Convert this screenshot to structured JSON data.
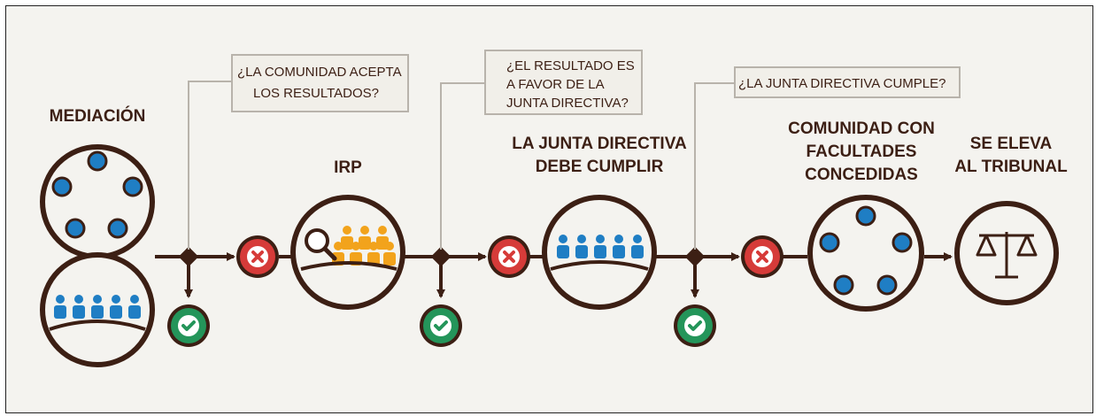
{
  "colors": {
    "line": "#3c1f14",
    "circle_fill": "#f4f3ef",
    "blue": "#1f7ec4",
    "orange": "#f2a31c",
    "red": "#d63b39",
    "green": "#24955a",
    "question_box_fill": "#f1efe9",
    "question_box_border": "#b8b3ab"
  },
  "stages": {
    "mediacion": "MEDIACIÓN",
    "irp": "IRP",
    "junta_l1": "LA JUNTA DIRECTIVA",
    "junta_l2": "DEBE CUMPLIR",
    "comunidad_l1": "COMUNIDAD CON",
    "comunidad_l2": "FACULTADES",
    "comunidad_l3": "CONCEDIDAS",
    "tribunal_l1": "SE ELEVA",
    "tribunal_l2": "AL TRIBUNAL"
  },
  "questions": {
    "q1_l1": "¿LA COMUNIDAD ACEPTA",
    "q1_l2": "LOS RESULTADOS?",
    "q2_l1": "¿EL RESULTADO ES",
    "q2_l2": "A FAVOR DE LA",
    "q2_l3": "JUNTA DIRECTIVA?",
    "q3_l1": "¿LA JUNTA DIRECTIVA CUMPLE?"
  },
  "icons": {
    "reject": "x-circle-icon",
    "accept": "check-circle-icon",
    "people": "people-group-icon",
    "magnifier": "magnifying-glass-icon",
    "scales": "scales-of-justice-icon"
  }
}
